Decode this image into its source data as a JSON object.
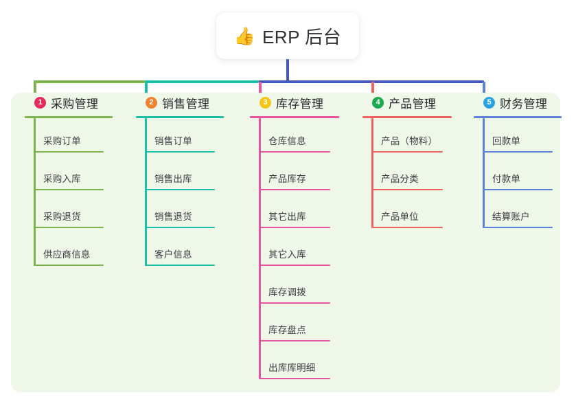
{
  "diagram": {
    "root": {
      "icon": "thumbs-up-icon",
      "emoji": "👍",
      "title": "ERP 后台"
    },
    "panel_background": "#eff7e9",
    "trunk_color": "#4558c0",
    "branches": [
      {
        "number": "1",
        "title": "采购管理",
        "badge_color": "#e8285a",
        "line_color": "#7cb34a",
        "items": [
          "采购订单",
          "采购入库",
          "采购退货",
          "供应商信息"
        ]
      },
      {
        "number": "2",
        "title": "销售管理",
        "badge_color": "#f08130",
        "line_color": "#19bfa6",
        "items": [
          "销售订单",
          "销售出库",
          "销售退货",
          "客户信息"
        ]
      },
      {
        "number": "3",
        "title": "库存管理",
        "badge_color": "#f5c518",
        "line_color": "#e8539d",
        "items": [
          "仓库信息",
          "产品库存",
          "其它出库",
          "其它入库",
          "库存调拨",
          "库存盘点",
          "出库库明细"
        ]
      },
      {
        "number": "4",
        "title": "产品管理",
        "badge_color": "#1ca84f",
        "line_color": "#f0605f",
        "items": [
          "产品（物料）",
          "产品分类",
          "产品单位"
        ]
      },
      {
        "number": "5",
        "title": "财务管理",
        "badge_color": "#29a3e0",
        "line_color": "#5b81d8",
        "items": [
          "回款单",
          "付款单",
          "结算账户"
        ]
      }
    ]
  }
}
